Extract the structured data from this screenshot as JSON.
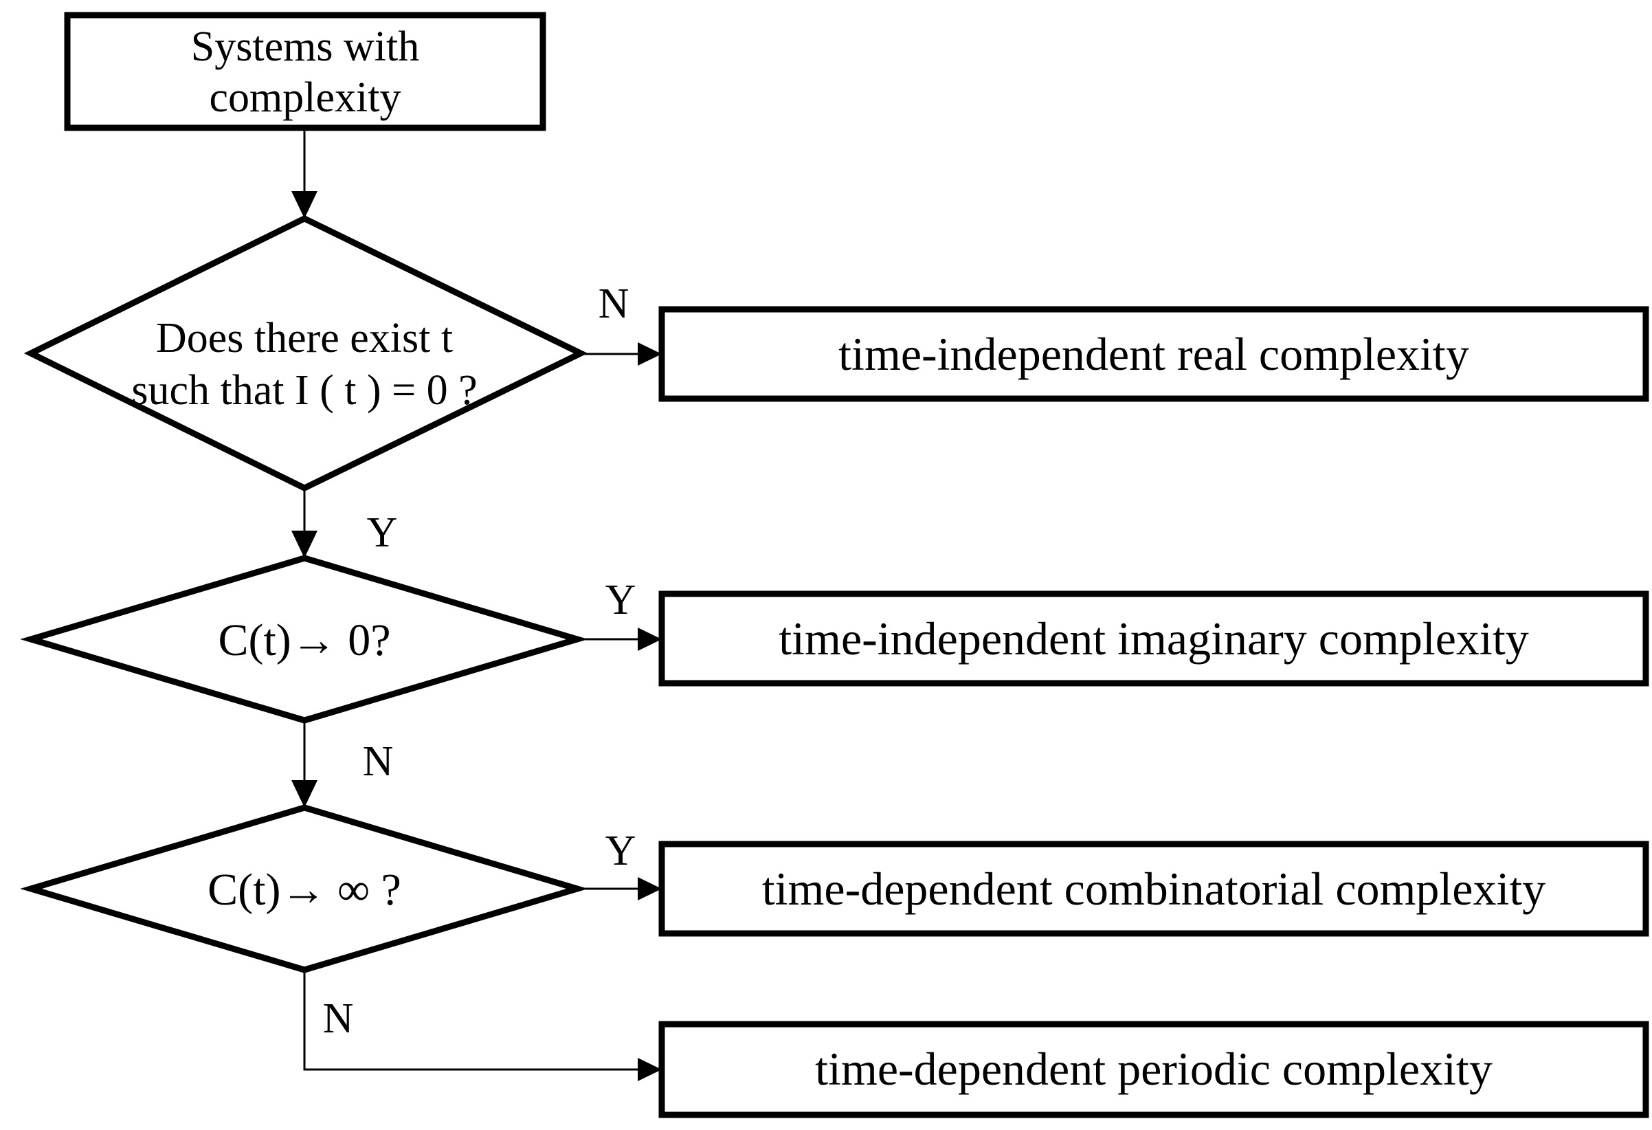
{
  "flowchart": {
    "colors": {
      "stroke": "#000000",
      "background": "#ffffff",
      "text": "#000000"
    },
    "start": {
      "line1": "Systems with",
      "line2": "complexity"
    },
    "decision1": {
      "line1": "Does there exist t",
      "line2": "such that I ( t ) = 0 ?",
      "no_label": "N",
      "yes_label": "Y"
    },
    "decision2": {
      "label": "C(t)→ 0?",
      "yes_label": "Y",
      "no_label": "N"
    },
    "decision3": {
      "label": "C(t)→ ∞ ?",
      "yes_label": "Y",
      "no_label": "N"
    },
    "outcome1": {
      "label": "time-independent real complexity"
    },
    "outcome2": {
      "label": "time-independent imaginary complexity"
    },
    "outcome3": {
      "label": "time-dependent combinatorial complexity"
    },
    "outcome4": {
      "label": "time-dependent periodic complexity"
    }
  }
}
